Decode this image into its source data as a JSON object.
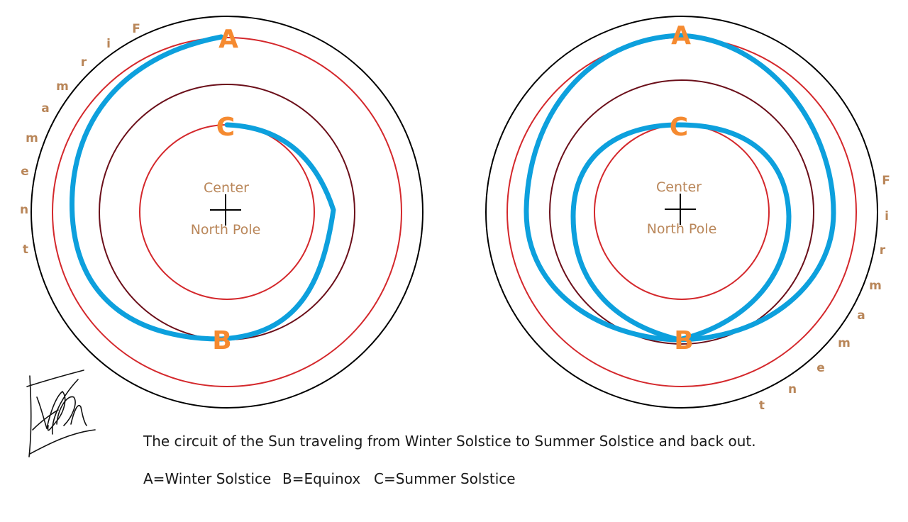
{
  "colors": {
    "outer_ring": "#000000",
    "red_ring": "#d4282c",
    "maroon_ring": "#6b0f1a",
    "sun_path": "#0da0dd",
    "point_label": "#f58a30",
    "center_label": "#b98659",
    "firmament_label": "#b98659"
  },
  "diagrams": [
    {
      "point_a": "A",
      "point_b": "B",
      "point_c": "C",
      "center_label": "Center",
      "pole_label": "North Pole",
      "firmament_letters": [
        "F",
        "i",
        "r",
        "m",
        "a",
        "m",
        "e",
        "n",
        "t"
      ]
    },
    {
      "point_a": "A",
      "point_b": "B",
      "point_c": "C",
      "center_label": "Center",
      "pole_label": "North Pole",
      "firmament_letters": [
        "F",
        "i",
        "r",
        "m",
        "a",
        "m",
        "e",
        "n",
        "t"
      ]
    }
  ],
  "caption": {
    "line1": "The circuit of the Sun traveling from Winter Solstice to Summer Solstice and back out.",
    "legend_a": "A=Winter Solstice",
    "legend_b": "B=Equinox",
    "legend_c": "C=Summer Solstice"
  },
  "signature_icon": "signature-mark"
}
